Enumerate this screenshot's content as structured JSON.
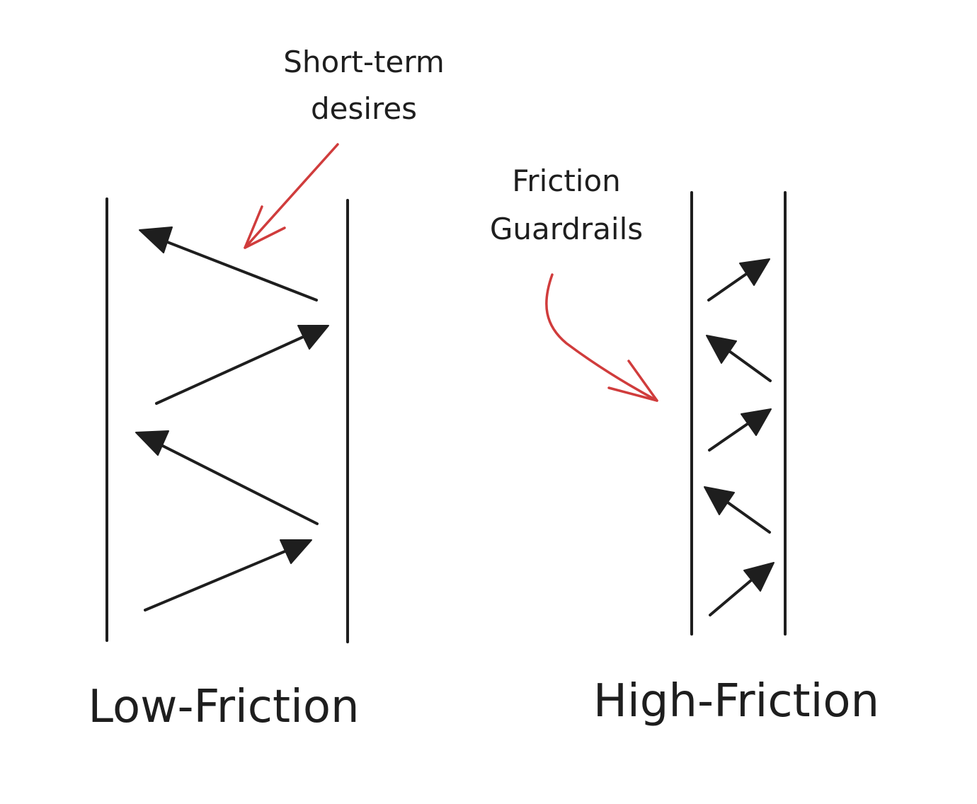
{
  "annotations": {
    "short_term_line1": "Short-term",
    "short_term_line2": "desires",
    "guardrails_line1": "Friction",
    "guardrails_line2": "Guardrails"
  },
  "labels": {
    "low_friction": "Low-Friction",
    "high_friction": "High-Friction"
  },
  "colors": {
    "ink": "#1e1e1e",
    "pointer": "#d03c3c",
    "background": "#ffffff"
  },
  "icons": {
    "direction_arrows": "arrow-icon",
    "pointer_arrows": "pointer-arrow-icon"
  }
}
